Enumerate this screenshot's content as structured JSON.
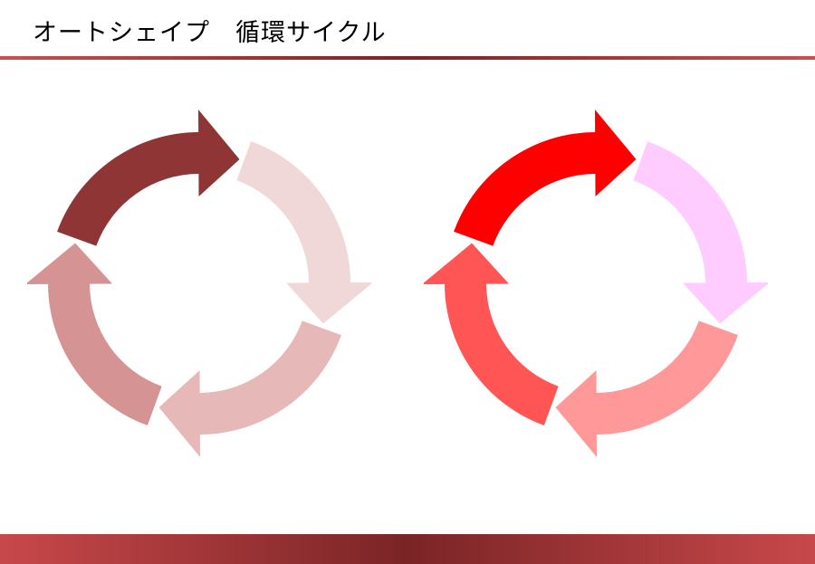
{
  "title": "オートシェイプ　循環サイクル",
  "colors": {
    "rule_edge": "#c9504f",
    "rule_center": "#7b2323",
    "band_edge": "#c8484a",
    "band_center": "#7a2426"
  },
  "cycles": [
    {
      "name": "maroon-cycle",
      "segments": [
        {
          "color": "#8f3535"
        },
        {
          "color": "#f1d8d8"
        },
        {
          "color": "#e6b8b8"
        },
        {
          "color": "#d69393"
        }
      ]
    },
    {
      "name": "red-cycle",
      "segments": [
        {
          "color": "#ff0000"
        },
        {
          "color": "#ffccff"
        },
        {
          "color": "#ff9999"
        },
        {
          "color": "#ff5555"
        }
      ]
    }
  ]
}
